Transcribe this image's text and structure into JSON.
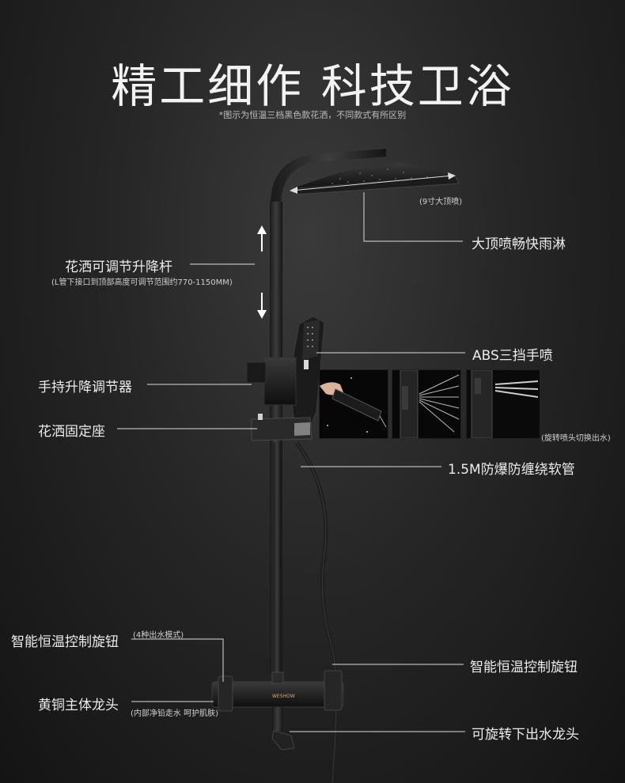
{
  "header": {
    "title": "精工细作 科技卫浴",
    "subtitle": "*图示为恒温三档黑色款花洒，不同款式有所区别"
  },
  "callouts": {
    "top_shower_size": "(9寸大顶喷)",
    "top_shower": "大顶喷畅快雨淋",
    "lift_rod": "花洒可调节升降杆",
    "lift_rod_note": "(L管下接口到顶部高度可调节范围约770-1150MM)",
    "abs_handheld": "ABS三挡手喷",
    "handheld_adjuster": "手持升降调节器",
    "handheld_note": "(旋转喷头切换出水)",
    "holder": "花洒固定座",
    "hose": "1.5M防爆防缠绕软管",
    "smart_knob_left": "智能恒温控制旋钮",
    "smart_knob_left_note": "(4种出水模式)",
    "smart_knob_right": "智能恒温控制旋钮",
    "brass_body": "黄铜主体龙头",
    "brass_body_note": "(内部净铅走水 呵护肌肤)",
    "rotating_spout": "可旋转下出水龙头",
    "brand_mark": "WESHOW"
  }
}
